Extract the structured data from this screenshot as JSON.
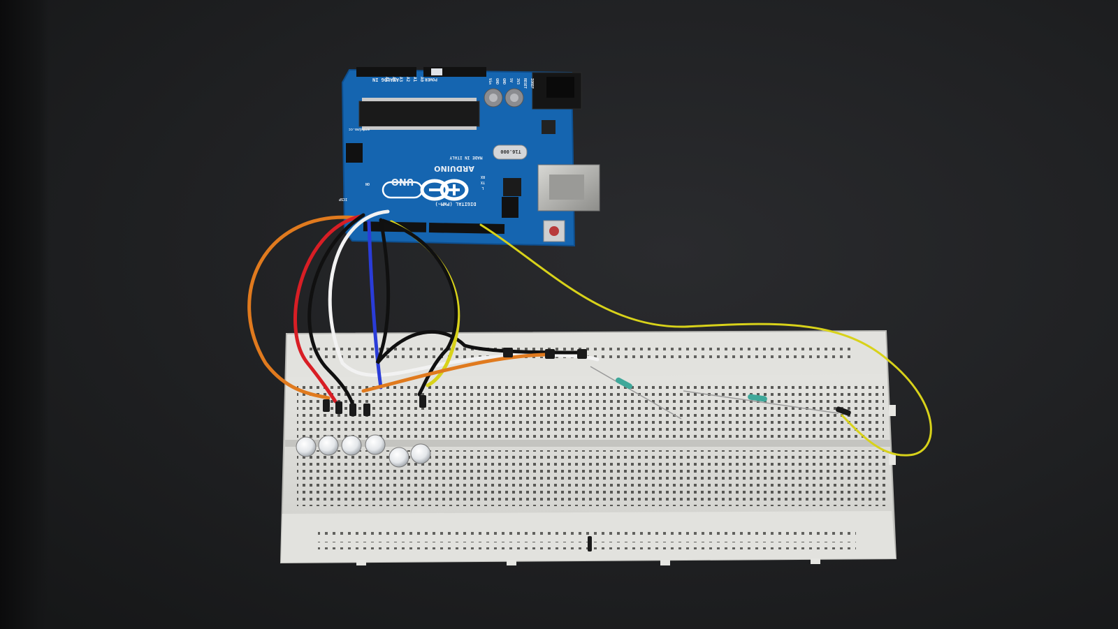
{
  "board": {
    "brand": "ARDUINO",
    "model": "UNO",
    "origin": "MADE IN ITALY",
    "website": "arduino.cc",
    "digital_header": "DIGITAL (PWM~)",
    "analog_header": "ANALOG IN",
    "power_header": "POWER",
    "analog_pins": [
      "A0",
      "A1",
      "A2",
      "A3",
      "A4",
      "A5"
    ],
    "power_pins": [
      "IOREF",
      "RESET",
      "3V3",
      "5V",
      "GND",
      "GND",
      "Vin"
    ],
    "crystal": "T16.000",
    "led_labels": [
      "ON",
      "TX",
      "RX",
      "L"
    ],
    "icsp": "ICSP",
    "colors": {
      "pcb": "#1565b0",
      "header": "#111111",
      "usb": "#b5b5b2",
      "jack": "#151515"
    }
  },
  "breadboard": {
    "colors": {
      "body": "#dcdcd8",
      "hole": "#4a4a47",
      "rail_red": "#c8b6b2",
      "rail_blue": "#b4bcc8"
    }
  },
  "wires": {
    "colors": {
      "orange": "#e07a1e",
      "red": "#d81e25",
      "black": "#101010",
      "white": "#f2f2f2",
      "blue": "#2a3cd8",
      "yellow": "#d8d21a"
    }
  },
  "leds": {
    "count": 6,
    "color": "#e9ecef"
  }
}
